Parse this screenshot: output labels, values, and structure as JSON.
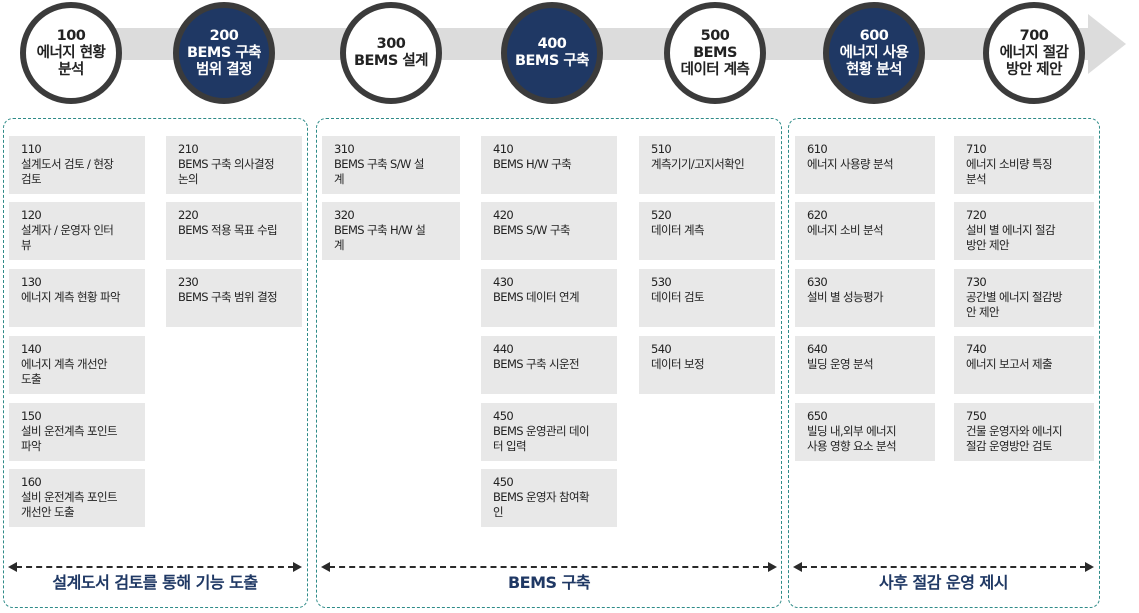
{
  "steps": [
    {
      "num": "100",
      "label": "에너지 현황\n분석",
      "dark": false
    },
    {
      "num": "200",
      "label": "BEMS 구축\n범위 결정",
      "dark": true
    },
    {
      "num": "300",
      "label": "BEMS 설계",
      "dark": false
    },
    {
      "num": "400",
      "label": "BEMS 구축",
      "dark": true
    },
    {
      "num": "500",
      "label": "BEMS\n데이터 계측",
      "dark": false
    },
    {
      "num": "600",
      "label": "에너지 사용\n현황 분석",
      "dark": true
    },
    {
      "num": "700",
      "label": "에너지 절감\n방안 제안",
      "dark": false
    }
  ],
  "columns": [
    [
      {
        "code": "110",
        "text": "설계도서 검토 / 현장\n검토"
      },
      {
        "code": "120",
        "text": "설계자 / 운영자 인터\n뷰"
      },
      {
        "code": "130",
        "text": "에너지 계측 현황 파악"
      },
      {
        "code": "140",
        "text": "에너지 계측 개선안\n도출"
      },
      {
        "code": "150",
        "text": "설비 운전계측 포인트\n파악"
      },
      {
        "code": "160",
        "text": "설비 운전계측 포인트\n개선안 도출"
      }
    ],
    [
      {
        "code": "210",
        "text": "BEMS 구축 의사결정\n논의"
      },
      {
        "code": "220",
        "text": "BEMS 적용 목표 수립"
      },
      {
        "code": "230",
        "text": "BEMS 구축 범위 결정"
      }
    ],
    [
      {
        "code": "310",
        "text": "BEMS 구축 S/W 설\n계"
      },
      {
        "code": "320",
        "text": "BEMS 구축 H/W 설\n계"
      }
    ],
    [
      {
        "code": "410",
        "text": "BEMS H/W 구축"
      },
      {
        "code": "420",
        "text": "BEMS S/W 구축"
      },
      {
        "code": "430",
        "text": "BEMS 데이터 연계"
      },
      {
        "code": "440",
        "text": "BEMS 구축 시운전"
      },
      {
        "code": "450",
        "text": "BEMS 운영관리 데이\n터 입력"
      },
      {
        "code": "450",
        "text": "BEMS 운영자 참여확\n인"
      }
    ],
    [
      {
        "code": "510",
        "text": "계측기기/고지서확인"
      },
      {
        "code": "520",
        "text": "데이터 계측"
      },
      {
        "code": "530",
        "text": "데이터 검토"
      },
      {
        "code": "540",
        "text": "데이터 보정"
      }
    ],
    [
      {
        "code": "610",
        "text": "에너지 사용량 분석"
      },
      {
        "code": "620",
        "text": "에너지 소비 분석"
      },
      {
        "code": "630",
        "text": "설비 별 성능평가"
      },
      {
        "code": "640",
        "text": "빌딩 운영 분석"
      },
      {
        "code": "650",
        "text": "빌딩 내,외부 에너지\n사용 영향 요소 분석"
      }
    ],
    [
      {
        "code": "710",
        "text": "에너지 소비량 특징\n분석"
      },
      {
        "code": "720",
        "text": "설비 별 에너지 절감\n방안 제안"
      },
      {
        "code": "730",
        "text": "공간별 에너지 절감방\n안 제안"
      },
      {
        "code": "740",
        "text": "에너지 보고서 제출"
      },
      {
        "code": "750",
        "text": "건물 운영자와 에너지\n절감 운영방안 검토"
      }
    ]
  ],
  "phases": [
    {
      "label": "설계도서 검토를 통해 기능 도출"
    },
    {
      "label": "BEMS 구축"
    },
    {
      "label": "사후 절감 운영 제시"
    }
  ]
}
